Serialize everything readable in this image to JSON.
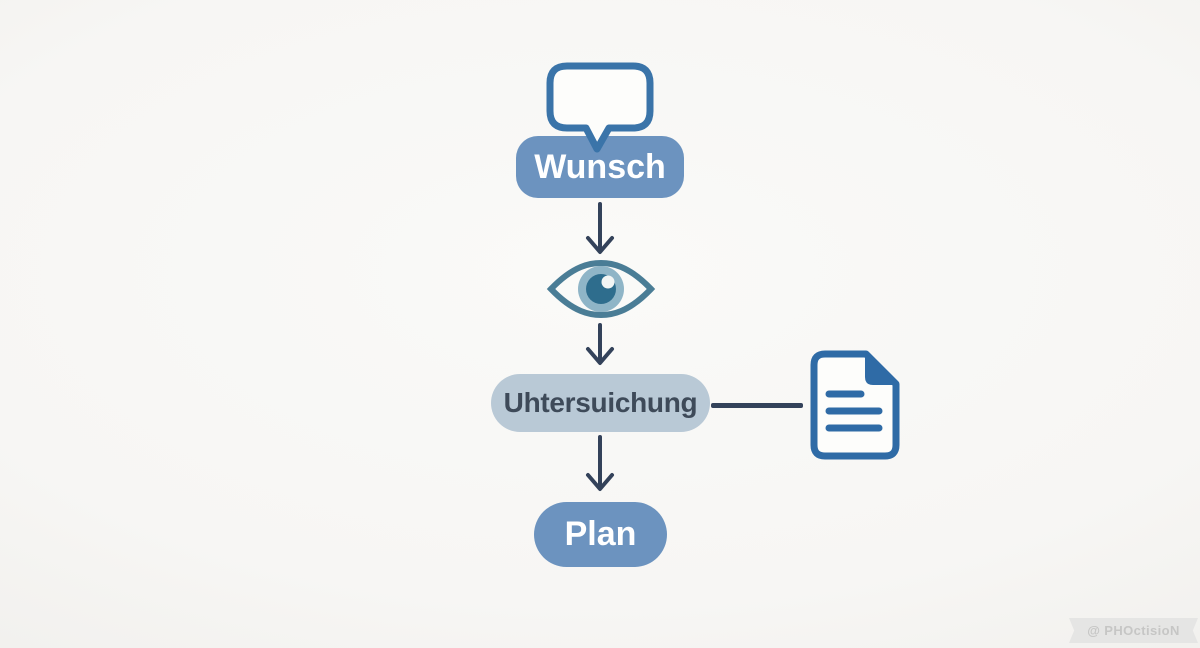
{
  "colors": {
    "bg": "#f7f6f4",
    "bg_light": "#fafaf8",
    "bg_edge": "#efeeeb",
    "paper": "#fdfdfb",
    "node_blue": "#6c93bf",
    "node_gray": "#b9c9d6",
    "node_gray_text": "#3e4a59",
    "arrow": "#33425a",
    "bubble_stroke": "#3a74a9",
    "eye_stroke": "#4a7d96",
    "eye_iris": "#8fb5c7",
    "eye_pupil": "#2e6d8d",
    "doc_blue": "#2f6ba6",
    "watermark_bg": "#e5e5e4",
    "watermark_text": "#c6c6c5"
  },
  "diagram": {
    "nodes": [
      {
        "id": "wunsch",
        "label": "Wunsch",
        "style": "blue"
      },
      {
        "id": "untersuchung",
        "label": "Uhtersuichung",
        "style": "gray"
      },
      {
        "id": "plan",
        "label": "Plan",
        "style": "blue"
      }
    ],
    "icons": [
      {
        "name": "speech-bubble-icon",
        "attached_to": "wunsch"
      },
      {
        "name": "eye-icon",
        "between": [
          "wunsch",
          "untersuchung"
        ]
      },
      {
        "name": "document-icon",
        "attached_to": "untersuchung"
      }
    ],
    "connections": [
      {
        "from": "wunsch",
        "to": "eye-icon",
        "type": "arrow-down"
      },
      {
        "from": "eye-icon",
        "to": "untersuchung",
        "type": "arrow-down"
      },
      {
        "from": "untersuchung",
        "to": "document-icon",
        "type": "line-right"
      },
      {
        "from": "untersuchung",
        "to": "plan",
        "type": "arrow-down"
      }
    ]
  },
  "watermark": {
    "text": "@ PHOctisioN"
  }
}
